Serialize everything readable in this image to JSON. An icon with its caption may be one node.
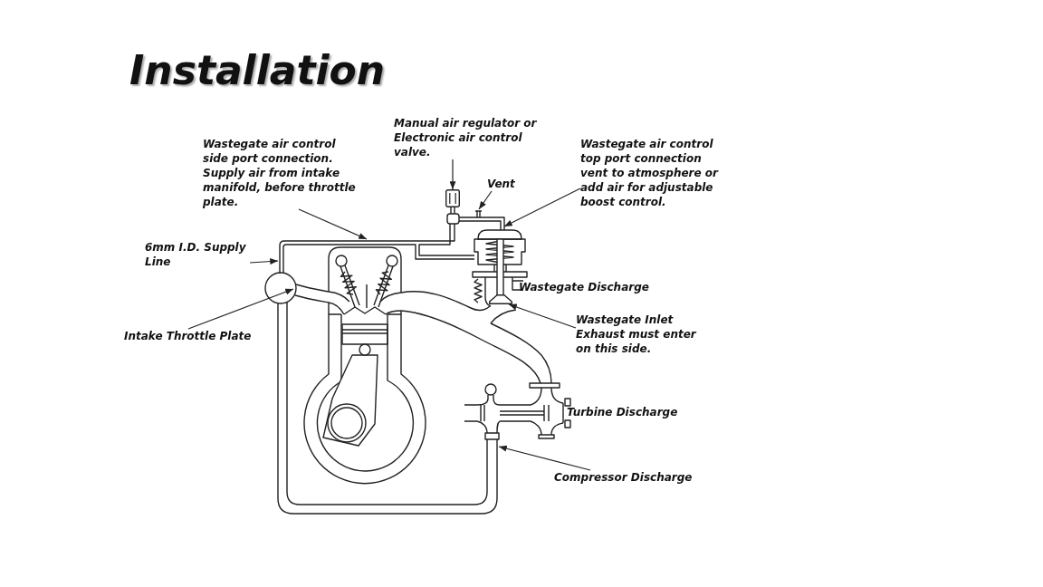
{
  "diagram": {
    "title": "Installation",
    "nodes": [
      {
        "text": [
          "Manual air regulator or Electronic air control valve."
        ]
      },
      {
        "text": [
          "Wastegate air control side port connection. Supply air from intake manifold, before throttle plate."
        ]
      },
      {
        "text": [
          "Wastegate air control top port connection vent to atmosphere or add air for adjustable boost control."
        ]
      },
      {
        "text": [
          "Vent"
        ]
      },
      {
        "text": [
          "6mm I.D. Supply Line"
        ]
      },
      {
        "text": [
          "Wastegate Inlet Exhaust must enter on this side."
        ]
      },
      {
        "text": [
          "Intake Throttle Plate"
        ]
      },
      {
        "text": [
          "Compressor Discharge"
        ]
      },
      {
        "text": [],
        "shape": "box"
      },
      {
        "text": [],
        "shape": "valve"
      }
    ],
    "edges": [
      {
        "from": 0,
        "to": 8,
        "arrow": "to"
      },
      {
        "from": 1,
        "to": null,
        "arrow": "to"
      },
      {
        "from": 2,
        "to": null,
        "arrow": "to"
      },
      {
        "from": 3,
        "to": null,
        "arrow": "to"
      },
      {
        "from": 4,
        "to": null,
        "arrow": "to"
      },
      {
        "from": 5,
        "to": 9,
        "arrow": "to"
      },
      {
        "from": 6,
        "to": null,
        "arrow": "to"
      },
      {
        "from": 7,
        "to": null,
        "arrow": "to"
      }
    ],
    "labels": [
      "Wastegate Discharge",
      "Turbine Discharge"
    ]
  }
}
